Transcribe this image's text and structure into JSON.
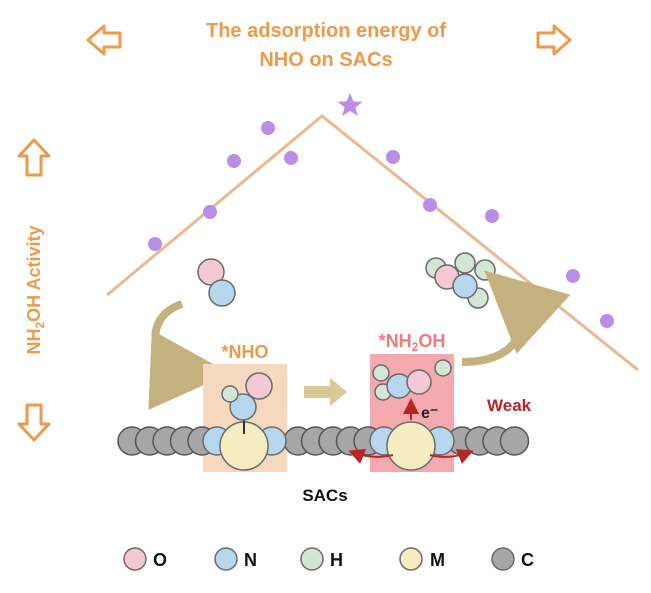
{
  "title": {
    "line1": "The adsorption energy of",
    "line2": "NHO on SACs"
  },
  "axis": {
    "y_label_prefix": "NH",
    "y_label_sub": "2",
    "y_label_suffix": "OH Activity",
    "arrow_icon": "hollow-arrow"
  },
  "chart_data": {
    "type": "scatter",
    "title": "The adsorption energy of NHO on SACs",
    "xlabel": "",
    "ylabel": "NH2OH Activity",
    "volcano_trend": "rising-then-falling",
    "points_left_branch": 5,
    "points_right_branch": 6,
    "peak_marker": "star"
  },
  "labels": {
    "nho": "*NHO",
    "nh2oh_prefix": "*NH",
    "nh2oh_sub": "2",
    "nh2oh_suffix": "OH",
    "electron": "e⁻",
    "weak": "Weak",
    "sacs": "SACs"
  },
  "legend": [
    {
      "symbol": "O",
      "color": "#f4c9d3"
    },
    {
      "symbol": "N",
      "color": "#b5d6ec"
    },
    {
      "symbol": "H",
      "color": "#d3e6d6"
    },
    {
      "symbol": "M",
      "color": "#f6ecc1"
    },
    {
      "symbol": "C",
      "color": "#a6a6a6"
    }
  ],
  "colors": {
    "accent_orange": "#ee9a4d",
    "volcano_line": "#eeb88f",
    "point_purple": "#b88ee6",
    "weak_red": "#b82525",
    "nho_box": "#f6d8be",
    "nh2oh_box": "#f4a9ae",
    "curved_arrow": "#c3b27f"
  }
}
